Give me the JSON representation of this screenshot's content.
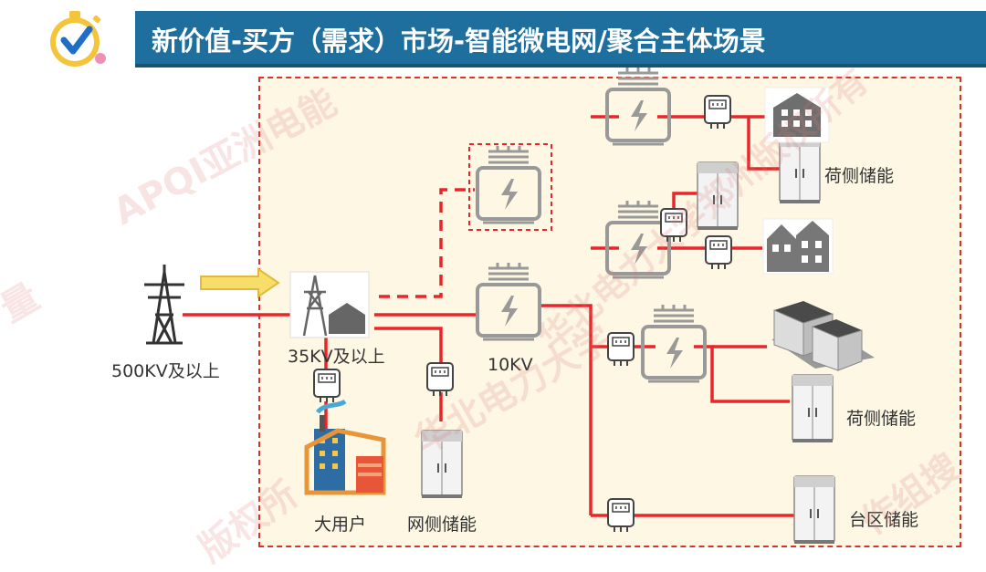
{
  "header": {
    "title": "新价值-买方（需求）市场-智能微电网/聚合主体场景"
  },
  "labels": {
    "source": "500KV及以上",
    "substation": "35KV及以上",
    "transformer": "10KV",
    "big_user": "大用户",
    "grid_storage": "网侧储能",
    "load_storage_1": "荷侧储能",
    "load_storage_2": "荷侧储能",
    "district_storage": "台区储能"
  },
  "watermarks": [
    "APQI亚洲电能",
    "华北电力大学郑州版权所有",
    "华北电力大学",
    "版权所",
    "作组搜",
    "量"
  ],
  "colors": {
    "line": "#e8262a",
    "title_bg": "#1e6e9e",
    "region_bg": "#fdf7e4",
    "icon": "#8a8a8a"
  }
}
